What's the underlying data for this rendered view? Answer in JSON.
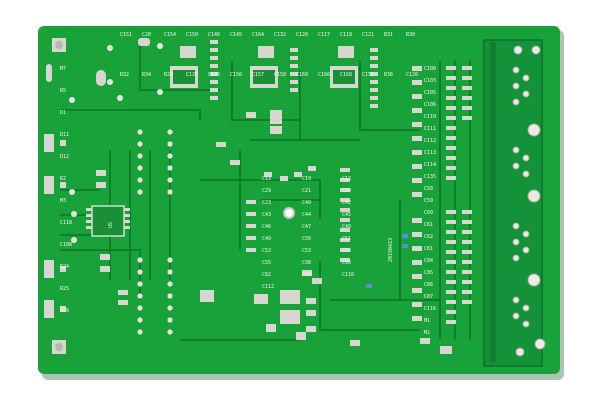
{
  "board": {
    "date_code": "20190423",
    "chip_label": "U5",
    "substrate_color": "#19a23a",
    "trace_color": "#0f7a2a",
    "pad_color": "#d6d8cf",
    "silkscreen_color": "#f4f6f0"
  },
  "silkscreen": {
    "top": [
      "C151",
      "C20",
      "C154",
      "C150",
      "C146",
      "C145",
      "C164",
      "C132",
      "C120",
      "C117",
      "C119",
      "C121",
      "R31",
      "R30",
      "R32",
      "R34",
      "R29",
      "C125",
      "C126",
      "C156",
      "C157",
      "C158",
      "C160",
      "C166",
      "C168",
      "C156",
      "R36",
      "C126"
    ],
    "left": [
      "M7",
      "R5",
      "D1",
      "D11",
      "D12",
      "R2",
      "M3",
      "C118",
      "C108",
      "R24",
      "R25",
      "R26"
    ],
    "middle": [
      "C13",
      "C19",
      "C12",
      "C29",
      "C21",
      "C39",
      "C23",
      "C40",
      "C42",
      "C43",
      "C44",
      "C45",
      "C46",
      "C47",
      "C48",
      "C49",
      "C50",
      "C51",
      "C52",
      "C53",
      "C54",
      "C55",
      "C98",
      "C96",
      "C82",
      "C83",
      "C116",
      "C112"
    ],
    "right": [
      "C100",
      "C103",
      "C105",
      "C106",
      "C110",
      "C111",
      "C112",
      "C113",
      "C114",
      "C135",
      "C58",
      "C59",
      "C60",
      "C61",
      "C62",
      "C81",
      "C84",
      "C85",
      "C86",
      "C87",
      "C116",
      "M1",
      "M2"
    ]
  }
}
